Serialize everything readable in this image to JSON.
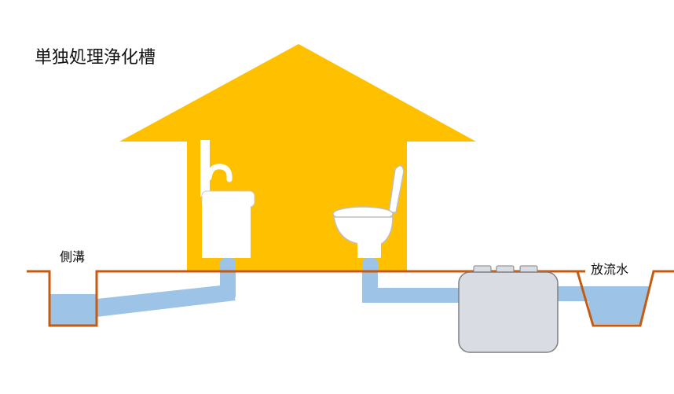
{
  "title": "単独処理浄化槽",
  "labels": {
    "side_ditch": "側溝",
    "discharge_water": "放流水"
  },
  "colors": {
    "house": "#FFC000",
    "water": "#9DC3E6",
    "ground_line": "#C55A11",
    "fixture": "#FFFFFF",
    "fixture_outline": "#BFBFBF",
    "tank_fill": "#D9DCE3",
    "tank_outline": "#7F7F7F",
    "text": "#111111"
  }
}
